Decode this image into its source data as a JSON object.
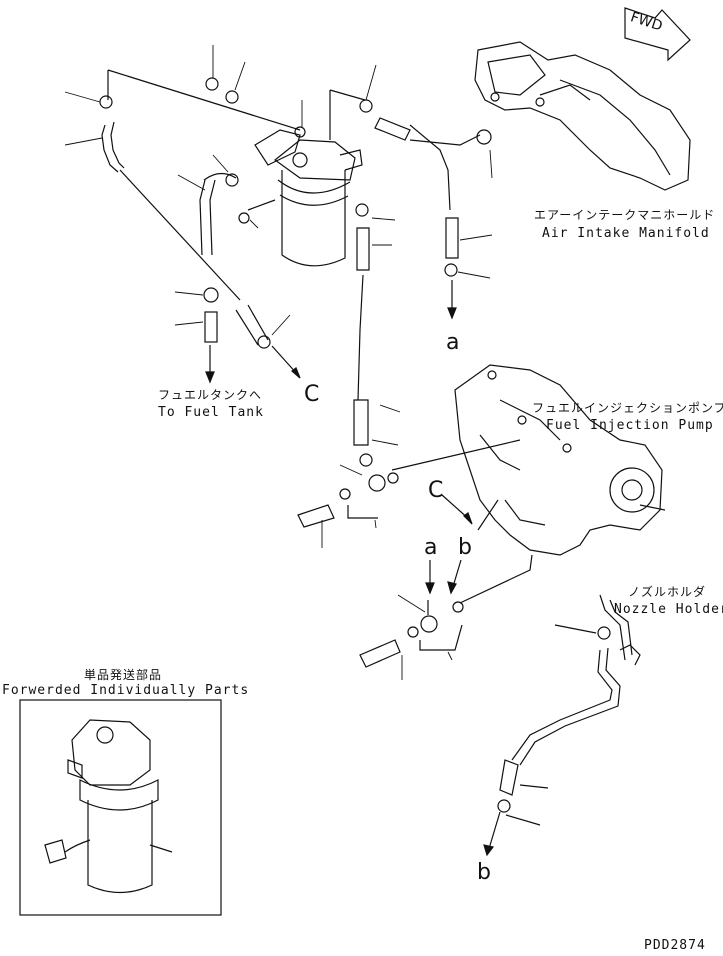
{
  "fwd_label": "FWD",
  "labels": {
    "air_intake_jp": "エアーインテークマニホールド",
    "air_intake_en": "Air Intake Manifold",
    "fuel_tank_jp": "フュエルタンクへ",
    "fuel_tank_en": "To Fuel Tank",
    "fuel_pump_jp": "フュエルインジェクションポンプ",
    "fuel_pump_en": "Fuel Injection Pump",
    "nozzle_jp": "ノズルホルダ",
    "nozzle_en": "Nozzle Holder",
    "forwarded_jp": "単品発送部品",
    "forwarded_en": "Forwerded Individually Parts"
  },
  "connectors": {
    "a_top": "a",
    "c_left": "C",
    "c_mid": "C",
    "a_mid": "a",
    "b_mid": "b",
    "b_bottom": "b"
  },
  "drawing_number": "PDD2874"
}
